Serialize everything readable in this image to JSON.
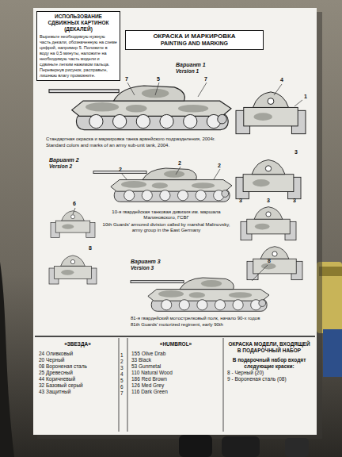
{
  "diagram": {
    "title": "ОКРАСКА И МАРКИРОВКА",
    "nodes": [
      {
        "text": [
          "ИСПОЛЬЗОВАНИЕ СДВИЖНЫХ КАРТИНОК (ДЕКАЛЕЙ)",
          "Вырежьте необходимую нужную часть декали, обозначенную на схеме цифрой, например 5. Положите в воду на 0,5 минуты, наложите на необходимую часть модели и сдвиньте легким нажимом пальца. Перевернув рисунок, расправьте, лишнюю влагу промокните."
        ]
      },
      {
        "text": [
          "«ЗВЕЗДА»",
          "24 Оливковый",
          "20 Черный",
          "08 Вороненая сталь",
          "25 Древесный",
          "44 Коричневый",
          "32 Базовый серый",
          "43 Защитный"
        ]
      },
      {
        "text": [
          "«HUMBROL»",
          "155 Olive Drab",
          "33 Black",
          "53 Gunmetal",
          "110 Natural Wood",
          "186 Red Brown",
          "126 Med Grey",
          "116 Dark Green"
        ]
      },
      {
        "text": [
          "ОКРАСКА МОДЕЛИ, ВХОДЯЩЕЙ В ПОДАРОЧНЫЙ НАБОР",
          "В подарочный набор входят следующие краски:",
          "8 - Черный (20)",
          "9 - Вороненая сталь (08)"
        ]
      }
    ],
    "labels": [
      "PAINTING AND MARKING",
      "Вариант 1",
      "Version 1",
      "7",
      "5",
      "7",
      "4",
      "1",
      "Стандартная окраска и маркировка танка армейского подразделения, 2004г.",
      "Standard colors and marks of an army sub-unit tank, 2004.",
      "Вариант 2",
      "Version 2",
      "2",
      "2",
      "2",
      "3",
      "6",
      "3",
      "3",
      "3",
      "10-я гвардейская танковая дивизия им. маршала Малиновского, ГСВГ",
      "10th Guards' armored division called by marshal Malinovsky, army group in the East Germany",
      "8",
      "Вариант 3",
      "Version 3",
      "8",
      "81-я гвардейский мотострелковый полк, начало 90-х годов",
      "81th Guards' motorized regiment, early 90th",
      "1",
      "2",
      "3",
      "4",
      "5",
      "6",
      "7"
    ]
  }
}
